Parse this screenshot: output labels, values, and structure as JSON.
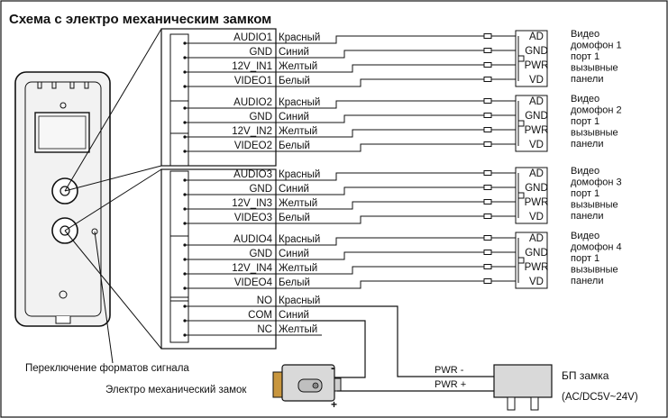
{
  "title": "Схема с электро механическим замком",
  "groups": [
    {
      "rows": [
        {
          "pin": "AUDIO1",
          "color": "Красный"
        },
        {
          "pin": "GND",
          "color": "Синий"
        },
        {
          "pin": "12V_IN1",
          "color": "Желтый"
        },
        {
          "pin": "VIDEO1",
          "color": "Белый"
        }
      ],
      "port": [
        "AD",
        "GND",
        "PWR",
        "VD"
      ],
      "desc": [
        "Видео",
        "домофон 1",
        "порт 1",
        "вызывные",
        "панели"
      ]
    },
    {
      "rows": [
        {
          "pin": "AUDIO2",
          "color": "Красный"
        },
        {
          "pin": "GND",
          "color": "Синий"
        },
        {
          "pin": "12V_IN2",
          "color": "Желтый"
        },
        {
          "pin": "VIDEO2",
          "color": "Белый"
        }
      ],
      "port": [
        "AD",
        "GND",
        "PWR",
        "VD"
      ],
      "desc": [
        "Видео",
        "домофон 2",
        "порт 1",
        "вызывные",
        "панели"
      ]
    },
    {
      "rows": [
        {
          "pin": "AUDIO3",
          "color": "Красный"
        },
        {
          "pin": "GND",
          "color": "Синий"
        },
        {
          "pin": "12V_IN3",
          "color": "Желтый"
        },
        {
          "pin": "VIDEO3",
          "color": "Белый"
        }
      ],
      "port": [
        "AD",
        "GND",
        "PWR",
        "VD"
      ],
      "desc": [
        "Видео",
        "домофон 3",
        "порт 1",
        "вызывные",
        "панели"
      ]
    },
    {
      "rows": [
        {
          "pin": "AUDIO4",
          "color": "Красный"
        },
        {
          "pin": "GND",
          "color": "Синий"
        },
        {
          "pin": "12V_IN4",
          "color": "Желтый"
        },
        {
          "pin": "VIDEO4",
          "color": "Белый"
        }
      ],
      "port": [
        "AD",
        "GND",
        "PWR",
        "VD"
      ],
      "desc": [
        "Видео",
        "домофон 4",
        "порт 1",
        "вызывные",
        "панели"
      ]
    }
  ],
  "relay": [
    {
      "pin": "NO",
      "color": "Красный"
    },
    {
      "pin": "COM",
      "color": "Синий"
    },
    {
      "pin": "NC",
      "color": "Желтый"
    }
  ],
  "labels": {
    "switch_label": "Переключение форматов сигнала",
    "lock_label": "Электро механический замок",
    "lock_minus": "-",
    "lock_plus": "+",
    "pwr_minus": "PWR -",
    "pwr_plus": "PWR +",
    "psu_title": "БП замка",
    "psu_spec": "(AC/DC5V~24V)"
  },
  "colors": {
    "line": "#111111",
    "device": "#f2f2f2",
    "lock_body": "#d9d9d9",
    "lock_bolt": "#c8963e"
  }
}
